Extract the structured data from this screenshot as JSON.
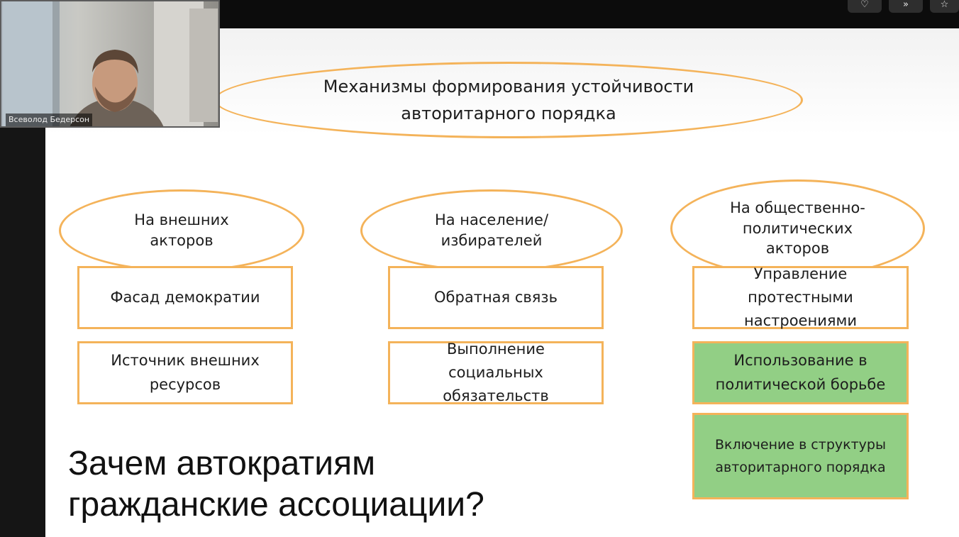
{
  "top_bar": {
    "ticker_text": "",
    "controls": [
      {
        "icon": "heart-icon",
        "glyph": "♡"
      },
      {
        "icon": "forward-icon",
        "glyph": "»"
      },
      {
        "icon": "pin-icon",
        "glyph": "☆"
      }
    ]
  },
  "video_tile": {
    "participant_name": "Всеволод Бедерсон"
  },
  "slide": {
    "title_ellipse": "Механизмы формирования устойчивости\nавторитарного порядка",
    "columns": [
      {
        "header": "На внешних\nакторов",
        "boxes": [
          {
            "text": "Фасад демократии",
            "highlight": false
          },
          {
            "text": "Источник внешних\nресурсов",
            "highlight": false
          }
        ]
      },
      {
        "header": "На население/\nизбирателей",
        "boxes": [
          {
            "text": "Обратная связь",
            "highlight": false
          },
          {
            "text": "Выполнение\nсоциальных\nобязательств",
            "highlight": false
          }
        ]
      },
      {
        "header": "На общественно-\nполитических\nакторов",
        "boxes": [
          {
            "text": "Управление\nпротестными\nнастроениями",
            "highlight": false
          },
          {
            "text": "Использование в\nполитической борьбе",
            "highlight": true
          },
          {
            "text": "Включение в структуры\nавторитарного порядка",
            "highlight": true
          }
        ]
      }
    ],
    "question": "Зачем автократиям\nгражданские ассоциации?",
    "colors": {
      "outline": "#f4b35a",
      "highlight_fill": "#92cf85",
      "text": "#1d1d1d"
    }
  }
}
